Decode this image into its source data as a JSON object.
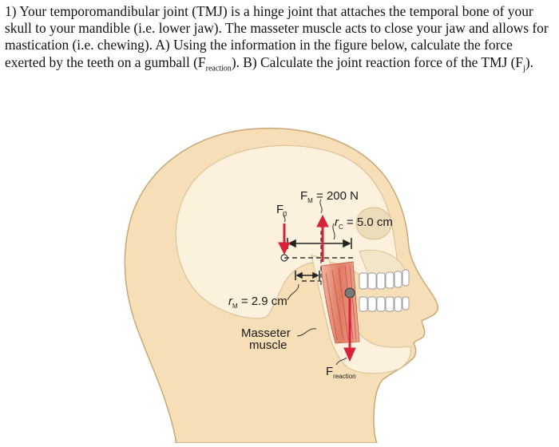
{
  "problem": {
    "part1": "1) Your temporomandibular joint (TMJ) is a hinge joint that attaches the temporal bone of your skull to your mandible (i.e. lower jaw).  The masseter muscle acts to close your jaw and allows for mastication (i.e. chewing). A) Using the information in the figure below, calculate the force exerted by the teeth on a gumball (F",
    "sub_reaction": "reaction",
    "part2": "). B) Calculate the joint reaction force of the TMJ (F",
    "sub_j": "j",
    "part3": ")."
  },
  "figure": {
    "fm_label": "F",
    "fm_sub": "M",
    "fm_value": " = 200 N",
    "fj_label": "F",
    "fj_sub": "J",
    "rc_label": "r",
    "rc_sub": "C",
    "rc_value": " = 5.0 cm",
    "rm_label": "r",
    "rm_sub": "M",
    "rm_value": " = 2.9 cm",
    "masseter_line1": "Masseter",
    "masseter_line2": "muscle",
    "freaction_label": "F",
    "freaction_sub": "reaction",
    "colors": {
      "skin": "#f6dfb6",
      "skin_outline": "#c9a878",
      "skull": "#fbf1dc",
      "muscle": "#e98a74",
      "arrow_red": "#d7223a",
      "teeth": "#ffffff"
    }
  }
}
